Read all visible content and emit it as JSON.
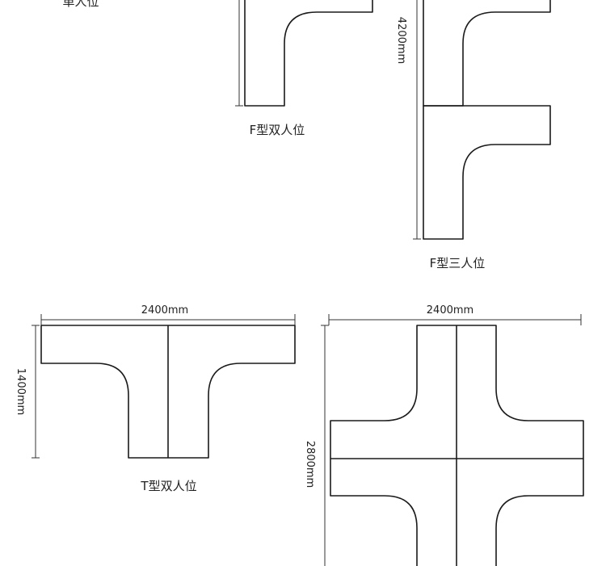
{
  "labels": {
    "single": "单人位",
    "f_double": "F型双人位",
    "f_triple": "F型三人位",
    "t_double": "T型双人位"
  },
  "dimensions": {
    "f_triple_height": "4200mm",
    "t_width": "2400mm",
    "t_height": "1400mm",
    "cross_width": "2400mm",
    "cross_height": "2800mm"
  }
}
